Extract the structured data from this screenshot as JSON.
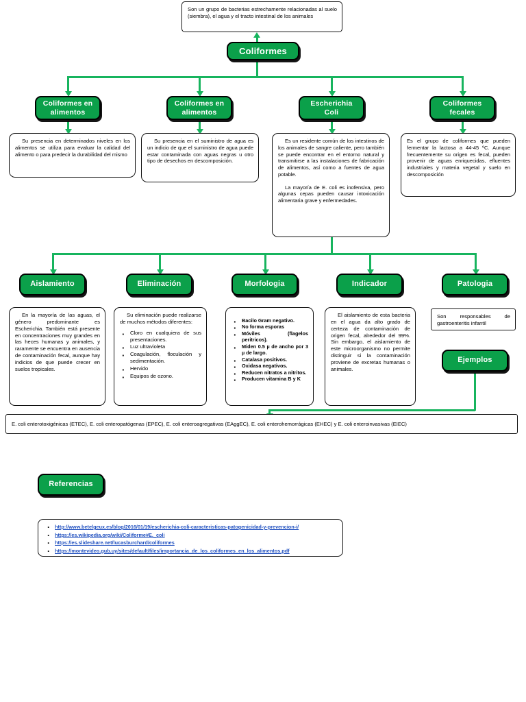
{
  "theme": {
    "node_green": "#0BA04A",
    "line_green": "#17B45E",
    "link_blue": "#1F4FBF",
    "border_black": "#000000",
    "page_bg": "#FFFFFF"
  },
  "root": {
    "definition": "Son un grupo de bacterias estrechamente relacionadas al suelo (siembra), el agua y el tracto intestinal de los animales",
    "title": "Coliformes"
  },
  "tier1": {
    "nodes": [
      {
        "label": "Coliformes en alimentos"
      },
      {
        "label": "Coliformes en alimentos"
      },
      {
        "label": "Escherichia Coli"
      },
      {
        "label": "Coliformes fecales"
      }
    ],
    "cards": [
      {
        "paragraphs": [
          "Su presencia en determinados niveles en los alimentos se utiliza para evaluar la calidad del alimento o para predecir la durabilidad del mismo"
        ]
      },
      {
        "paragraphs": [
          "Su presencia en el suministro de agua es un indicio de que el suministro de agua puede estar contaminada con aguas negras u otro tipo de desechos en descomposición."
        ]
      },
      {
        "paragraphs": [
          "Es un residente común de los intestinos de los animales de sangre caliente, pero también se puede encontrar en el entorno natural y transmitirse a las instalaciones de fabricación de alimentos, así como a fuentes de agua potable.",
          "La mayoría de E. coli es inofensiva, pero algunas cepas pueden causar intoxicación alimentaria grave y enfermedades."
        ]
      },
      {
        "paragraphs": [
          "Es el grupo de coliformes que pueden fermentar la lactosa a 44-45 ºC. Aunque frecuentemente su origen es fecal, pueden provenir de aguas enriquecidas, efluentes industriales y materia vegetal y suelo en descomposición"
        ]
      }
    ]
  },
  "tier2": {
    "nodes": [
      {
        "label": "Aislamiento"
      },
      {
        "label": "Eliminación"
      },
      {
        "label": "Morfologia"
      },
      {
        "label": "Indicador"
      },
      {
        "label": "Patologia"
      }
    ],
    "cards": {
      "aislamiento": {
        "paragraphs": [
          "En la mayoría de las aguas, el género predominante es Escherichia. También está presente en concentraciones muy grandes en las heces humanas y animales, y raramente se encuentra en ausencia de contaminación fecal, aunque hay indicios de que puede crecer en suelos tropicales."
        ]
      },
      "eliminacion": {
        "lead": "Su eliminación puede realizarse de muchos métodos diferentes:",
        "bullets": [
          "Cloro en cualquiera de sus presentaciones.",
          "Luz ultravioleta",
          "Coagulación, floculación y sedimentación.",
          "Hervido",
          "Equipos de ozono."
        ]
      },
      "morfologia": {
        "bullets": [
          "Bacilo Gram negativo.",
          "No forma esporas",
          "Móviles (flagelos peritricos).",
          "Miden 0.5 µ de ancho por 3 µ de largo.",
          "Catalasa positivos.",
          "Oxidasa negativos.",
          "Reducen nitratos a nitritos.",
          "Producen vitamina B y K"
        ]
      },
      "indicador": {
        "paragraphs": [
          "El aislamiento de esta bacteria en el agua da alto grado de certeza de contaminación de origen fecal, alrededor del 99%. Sin embargo, el aislamiento de este microorganismo no permite distinguir si la contaminación proviene de excretas humanas o animales."
        ]
      },
      "patologia": {
        "paragraphs": [
          "Son responsables de gastroenteritis infantil"
        ]
      }
    }
  },
  "ejemplos": {
    "node_label": "Ejemplos",
    "text": "E. coli enterotoxigénicas (ETEC), E. coli enteropatógenas (EPEC), E. coli enteroagregativas (EAggEC), E. coli enterohemorrágicas (EHEC) y E. coli enteroinvasivas (EIEC)"
  },
  "referencias": {
    "node_label": "Referencias",
    "links": [
      "http://www.betelgeux.es/blog/2016/01/19/escherichia-coli-caracteristicas-patogenicidad-y-prevencion-i/",
      "https://es.wikipedia.org/wiki/Coliforme#E._coli",
      "https://es.slideshare.net/lucasburchard/coliformes",
      "https://montevideo.gub.uy/sites/default/files/importancia_de_los_coliformes_en_los_alimentos.pdf"
    ]
  }
}
